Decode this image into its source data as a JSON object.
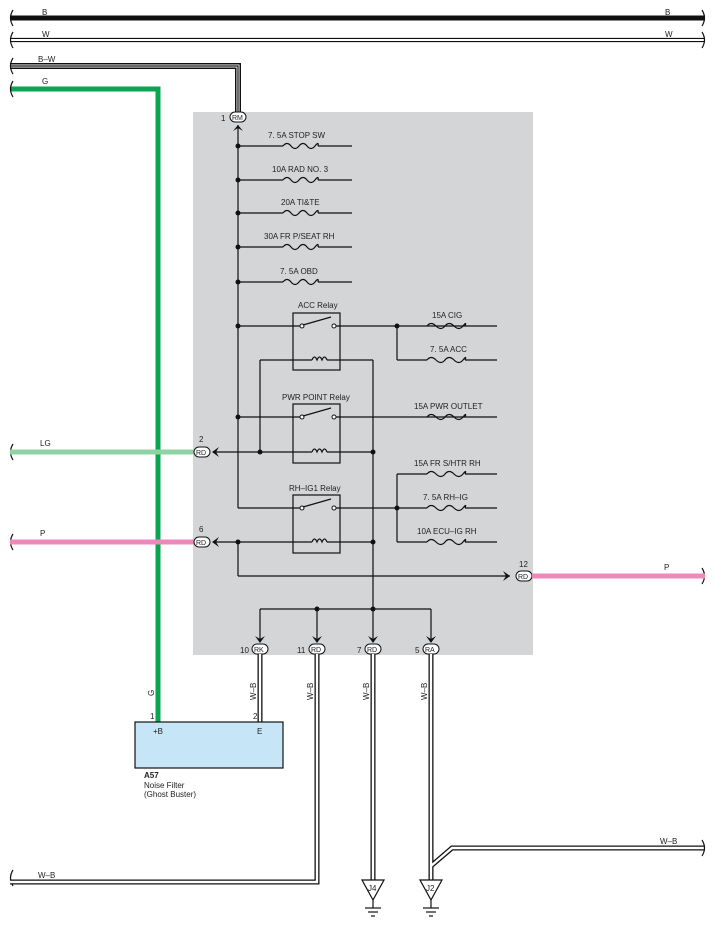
{
  "wires": {
    "b_left": "B",
    "b_right": "B",
    "w_left": "W",
    "w_right": "W",
    "bw": "B–W",
    "g_top": "G",
    "g_vertical": "G",
    "lg": "LG",
    "p_left": "P",
    "p_right": "P",
    "wb_vertical": "W–B",
    "wb_bottom_left": "W–B",
    "wb_bottom_right": "W–B"
  },
  "colors": {
    "black": "#111111",
    "white": "#ffffff",
    "green": "#0aa550",
    "light_green": "#8fd3a2",
    "pink": "#ee88bb",
    "junction_block": "#d4d5d7",
    "noise_filter": "#c6e6f8"
  },
  "connectors": {
    "rm": {
      "pin": "1",
      "name": "RM"
    },
    "rd2": {
      "pin": "2",
      "name": "RD"
    },
    "rd6": {
      "pin": "6",
      "name": "RD"
    },
    "rd12": {
      "pin": "12",
      "name": "RD"
    },
    "rk10": {
      "pin": "10",
      "name": "RK"
    },
    "rd11": {
      "pin": "11",
      "name": "RD"
    },
    "rd7": {
      "pin": "7",
      "name": "RD"
    },
    "ra5": {
      "pin": "5",
      "name": "RA"
    }
  },
  "fuses": {
    "stop_sw": "7. 5A STOP SW",
    "rad3": "10A RAD NO. 3",
    "tite": "20A TI&TE",
    "fr_pseat": "30A FR P/SEAT RH",
    "obd": "7. 5A OBD",
    "cig": "15A CIG",
    "acc": "7. 5A ACC",
    "pwr_outlet": "15A PWR OUTLET",
    "fr_shtr": "15A FR S/HTR RH",
    "rh_ig": "7. 5A RH–IG",
    "ecu_ig": "10A ECU–IG RH"
  },
  "relays": {
    "acc": "ACC Relay",
    "pwr_point": "PWR POINT Relay",
    "rh_ig1": "RH–IG1 Relay"
  },
  "noise_filter": {
    "pin1": "1",
    "pin2": "2",
    "terminal_b": "+B",
    "terminal_e": "E",
    "code": "A57",
    "name_line1": "Noise Filter",
    "name_line2": "(Ghost Buster)"
  },
  "grounds": {
    "j4": "J4",
    "j2": "J2"
  }
}
